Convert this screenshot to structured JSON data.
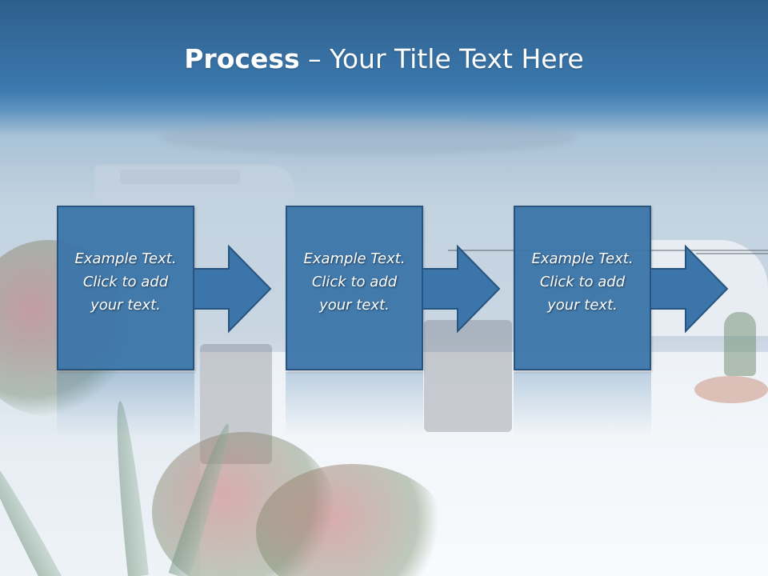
{
  "slide": {
    "title_bold": "Process",
    "title_rest": " – Your Title Text Here",
    "steps": [
      {
        "line1": "Example Text.",
        "line2": "Click  to add",
        "line3": "your text."
      },
      {
        "line1": "Example Text.",
        "line2": "Click  to add",
        "line3": "your text."
      },
      {
        "line1": "Example Text.",
        "line2": "Click  to add",
        "line3": "your text."
      }
    ]
  },
  "colors": {
    "box_fill": "#3b75a9",
    "box_border": "#27557f",
    "title_text": "#ffffff",
    "header_band": "#3b78ad"
  }
}
